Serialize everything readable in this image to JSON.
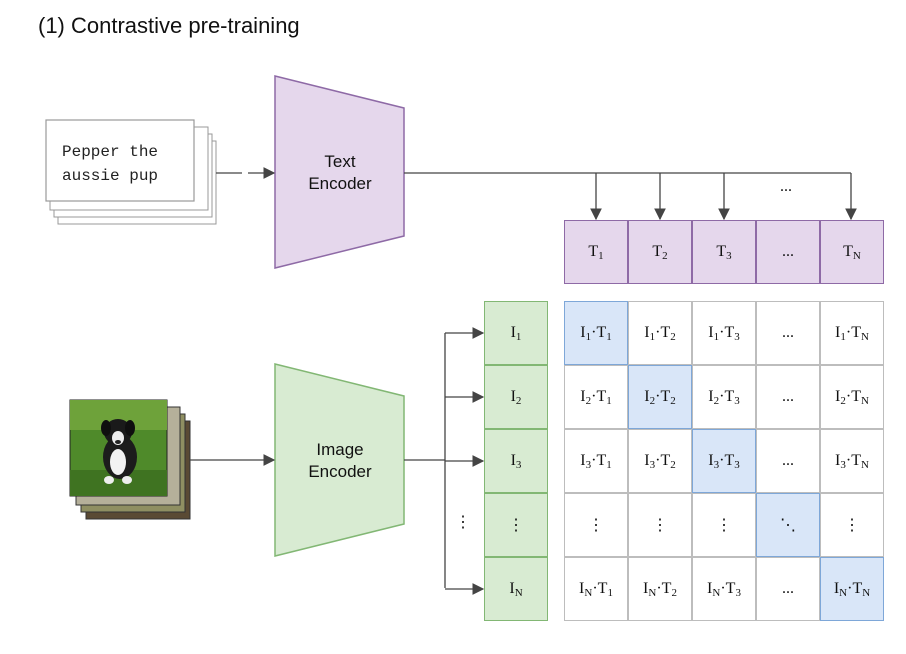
{
  "title": "(1) Contrastive pre-training",
  "text_card": {
    "line1": "Pepper the",
    "line2": "aussie pup"
  },
  "text_encoder": {
    "line1": "Text",
    "line2": "Encoder"
  },
  "image_encoder": {
    "line1": "Image",
    "line2": "Encoder"
  },
  "photo": {
    "subject": "puppy-photo"
  },
  "text_tokens": [
    {
      "base": "T",
      "sub": "1"
    },
    {
      "base": "T",
      "sub": "2"
    },
    {
      "base": "T",
      "sub": "3"
    },
    {
      "base": "...",
      "sub": ""
    },
    {
      "base": "T",
      "sub": "N"
    }
  ],
  "image_tokens": [
    {
      "base": "I",
      "sub": "1"
    },
    {
      "base": "I",
      "sub": "2"
    },
    {
      "base": "I",
      "sub": "3"
    },
    {
      "base": "⋮",
      "sub": ""
    },
    {
      "base": "I",
      "sub": "N"
    }
  ],
  "arrow_ellipsis": "...",
  "side_ellipsis": "⋮",
  "matrix": {
    "rows": [
      "1",
      "2",
      "3",
      "vdots",
      "N"
    ],
    "cols": [
      "1",
      "2",
      "3",
      "dots",
      "N"
    ],
    "hdots": "...",
    "vdots": "⋮",
    "ddots": "⋱"
  },
  "colors": {
    "text_purple": "#e5d7ec",
    "image_green": "#d8ebd2",
    "diagonal_blue": "#d9e6f8"
  }
}
